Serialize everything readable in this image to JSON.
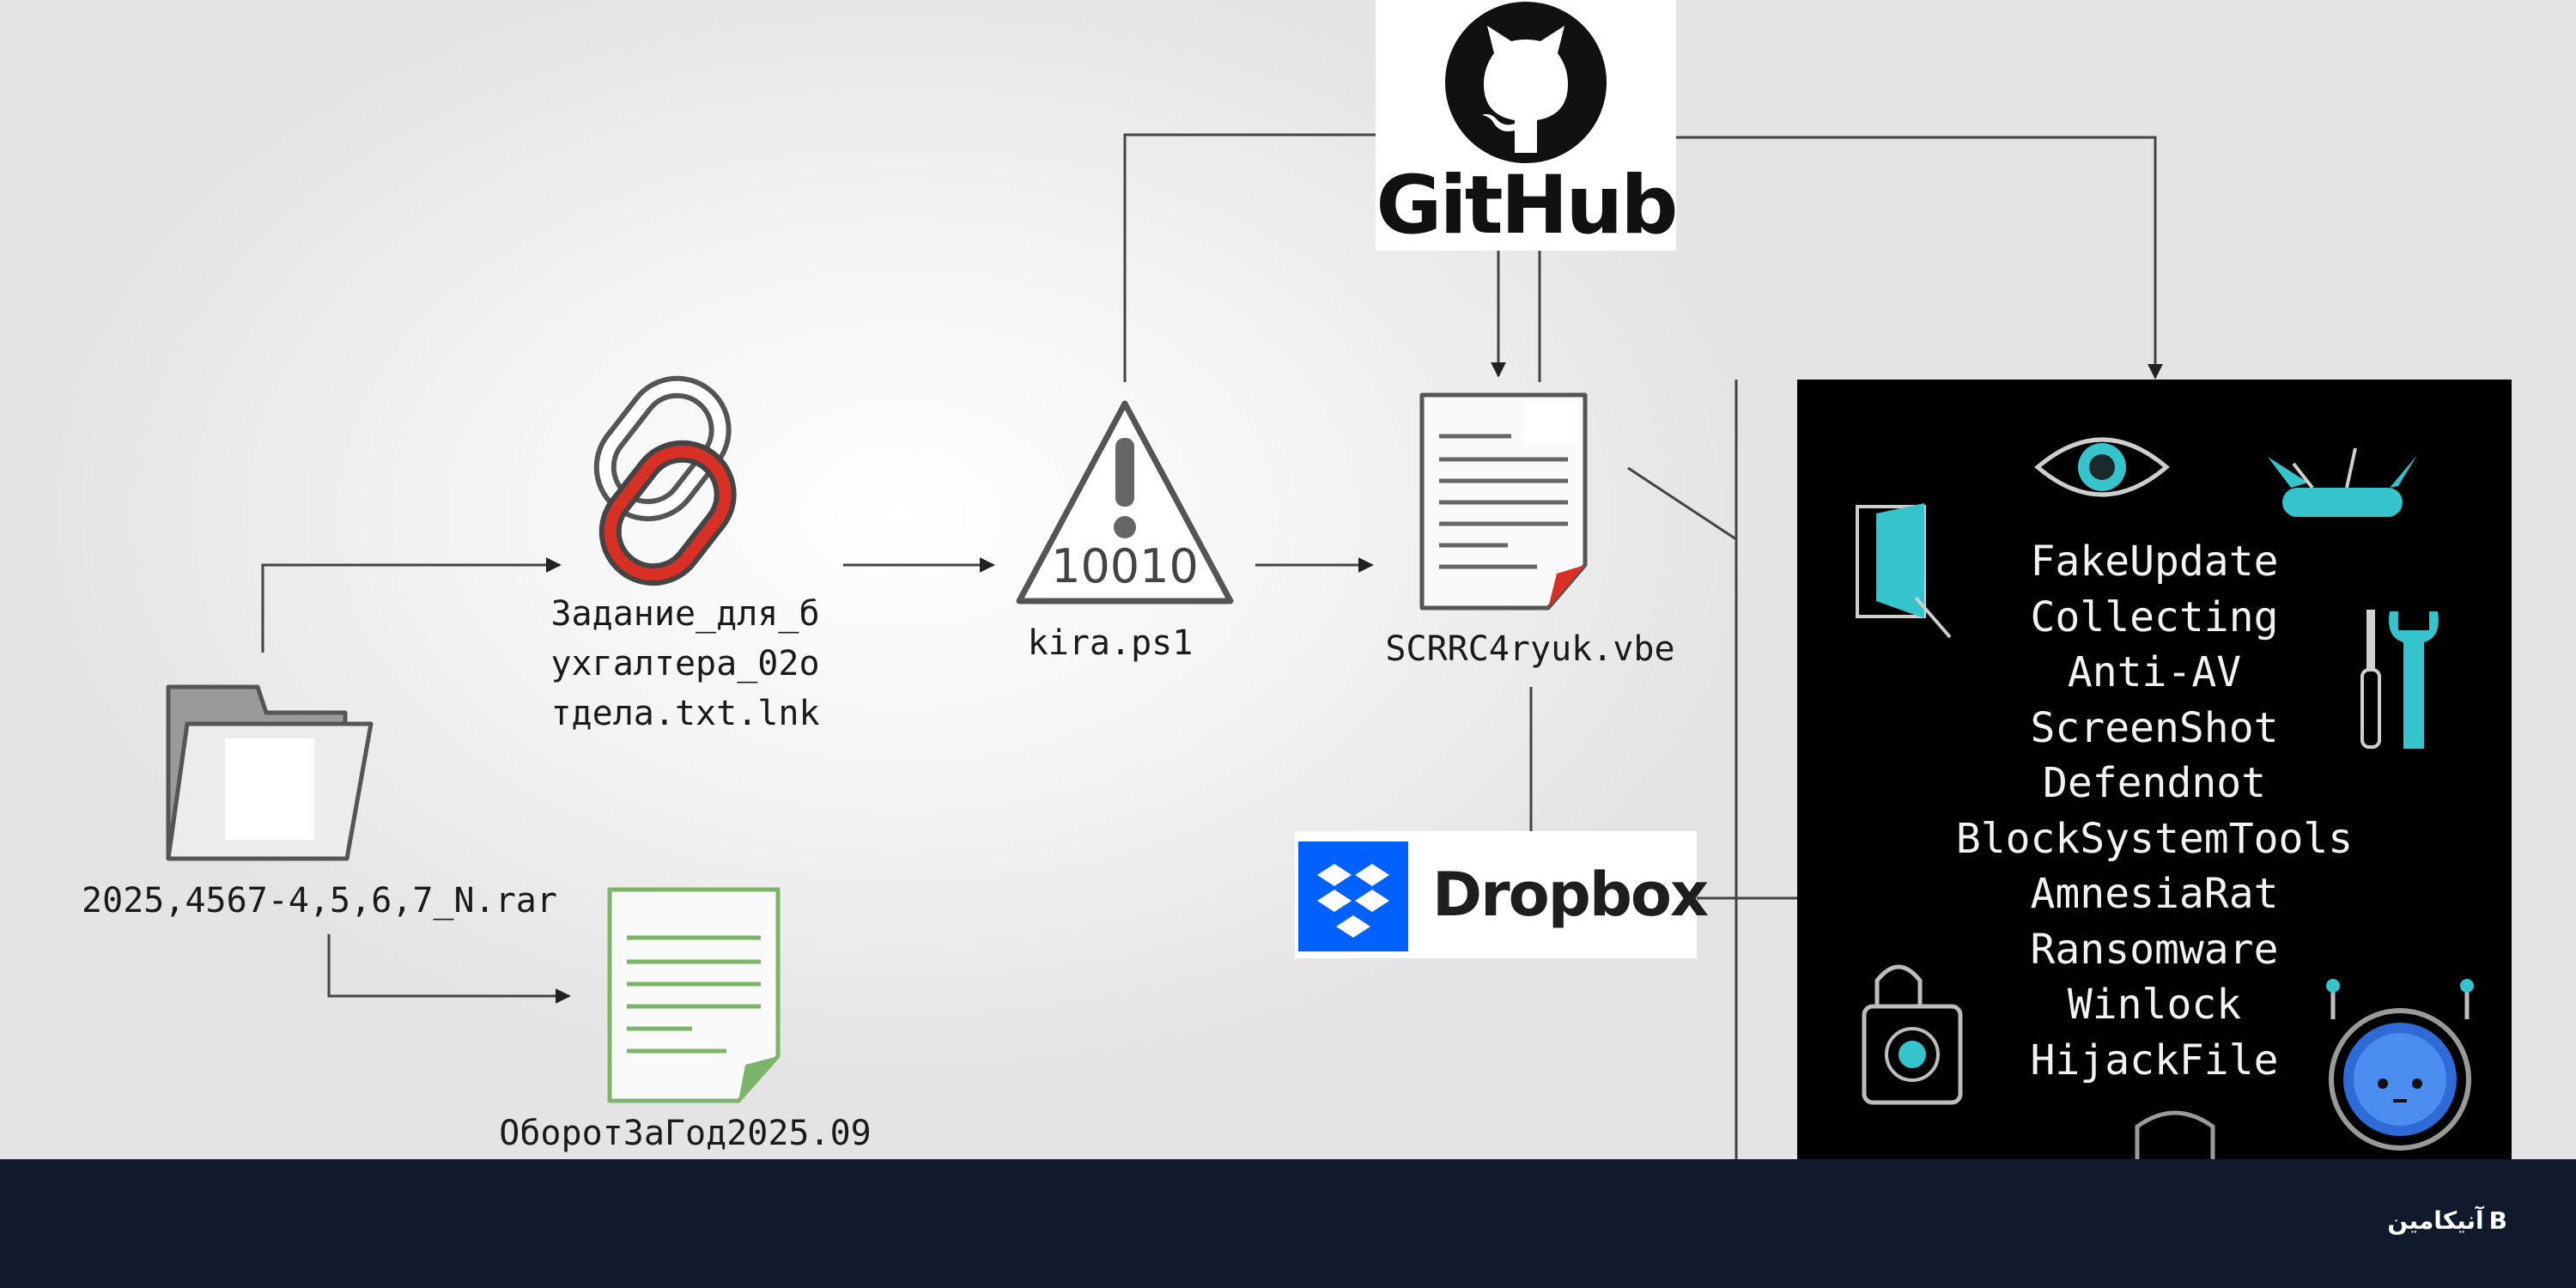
{
  "diagram": {
    "nodes": {
      "rar_file": {
        "label": "2025,4567-4,5,6,7_N.rar",
        "icon": "folder-icon"
      },
      "lnk_file": {
        "label_lines": [
          "Задание_для_б",
          "ухгалтера_02о",
          "тдела.txt.lnk"
        ],
        "icon": "chain-link-icon"
      },
      "ps1_file": {
        "label": "kira.ps1",
        "icon": "warning-triangle-icon",
        "icon_text": "10010"
      },
      "vbe_file": {
        "label": "SCRRC4ryuk.vbe",
        "icon": "document-icon"
      },
      "decoy_doc": {
        "label": "ОборотЗаГод2025.09",
        "icon": "document-green-icon"
      },
      "github": {
        "label": "GitHub",
        "icon": "github-octocat-icon"
      },
      "dropbox": {
        "label": "Dropbox",
        "icon": "dropbox-icon"
      }
    },
    "payload_modules": [
      "FakeUpdate",
      "Collecting",
      "Anti-AV",
      "ScreenShot",
      "Defendnot",
      "BlockSystemTools",
      "AmnesiaRat",
      "Ransomware",
      "Winlock",
      "HijackFile"
    ],
    "panel_icons": [
      "eye-icon",
      "swiss-knife-icon",
      "door-icon",
      "tools-icon",
      "biohazard-lock-icon",
      "robot-icon",
      "skull-icon"
    ],
    "colors": {
      "accent": "#35c3cc",
      "link_red": "#d93025",
      "decoy_green": "#7cb46a",
      "dropbox_blue": "#0061fe",
      "panel": "#000000",
      "footer": "#111a2c"
    }
  },
  "footer": {
    "brand": "آنیکامین",
    "logo_glyph": "B"
  }
}
